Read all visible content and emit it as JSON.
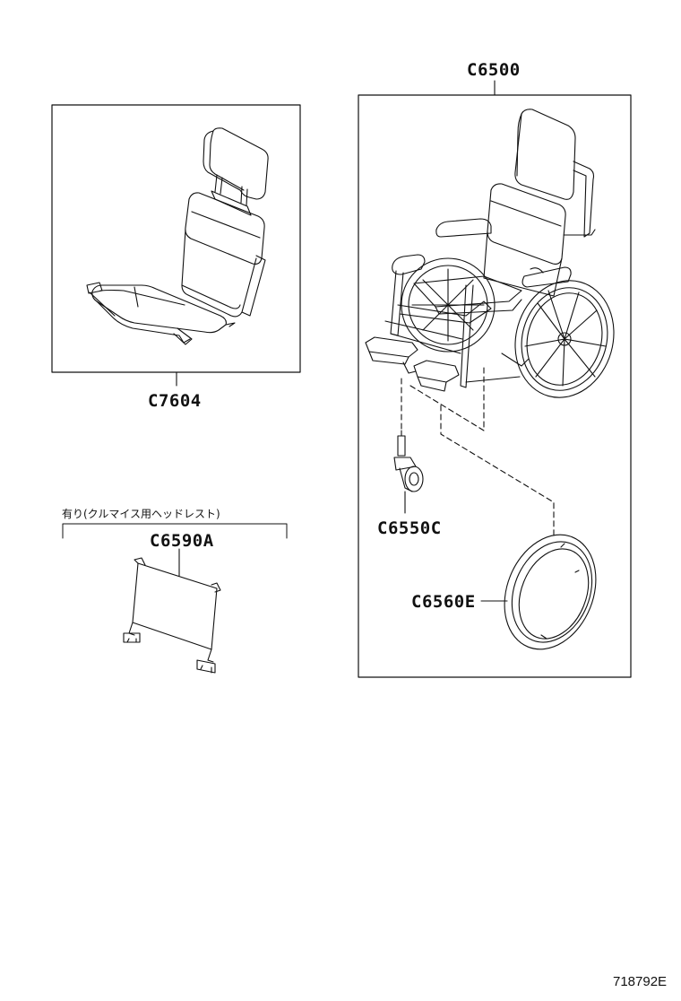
{
  "parts": {
    "wheelchair": {
      "part_no": "C6500"
    },
    "seat": {
      "part_no": "C7604"
    },
    "headrest": {
      "part_no": "C6590A"
    },
    "caster": {
      "part_no": "C6550C"
    },
    "wheel": {
      "part_no": "C6560E"
    }
  },
  "condition_note": "有り(クルマイス用ヘッドレスト)",
  "drawing_number": "718792E",
  "colors": {
    "line": "#111111",
    "background": "#ffffff"
  }
}
